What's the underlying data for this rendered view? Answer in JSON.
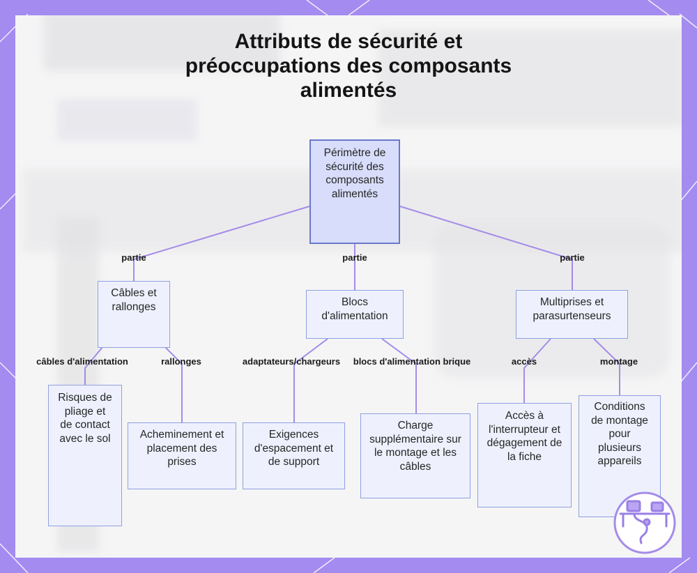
{
  "title": {
    "line1": "Attributs de sécurité et",
    "line2": "préoccupations des composants",
    "line3": "alimentés"
  },
  "nodes": {
    "root": "Périmètre de sécurité des composants alimentés",
    "cables": "Câbles et rallonges",
    "blocs": "Blocs d'alimentation",
    "multi": "Multiprises et parasurtenseurs",
    "risques": "Risques de pliage et de contact avec le sol",
    "achem": "Acheminement et placement des prises",
    "exig": "Exigences d'espacement et de support",
    "charge": "Charge supplémentaire sur le montage et les câbles",
    "acces": "Accès à l'interrupteur et dégagement de la fiche",
    "cond": "Conditions de montage pour plusieurs appareils"
  },
  "edge_labels": {
    "partie_left": "partie",
    "partie_mid": "partie",
    "partie_right": "partie",
    "cables_alim": "câbles d'alimentation",
    "rallonges": "rallonges",
    "adaptateurs": "adaptateurs/chargeurs",
    "blocs_brique": "blocs d'alimentation brique",
    "acces": "accès",
    "montage": "montage"
  },
  "colors": {
    "frame": "#a38bf0",
    "edge": "#a48be8",
    "node_fill": "#eef1fd",
    "root_fill": "#d7ddfa",
    "node_border": "#8f9fe0"
  },
  "icons": {
    "logo": "network-devices-logo-icon"
  }
}
